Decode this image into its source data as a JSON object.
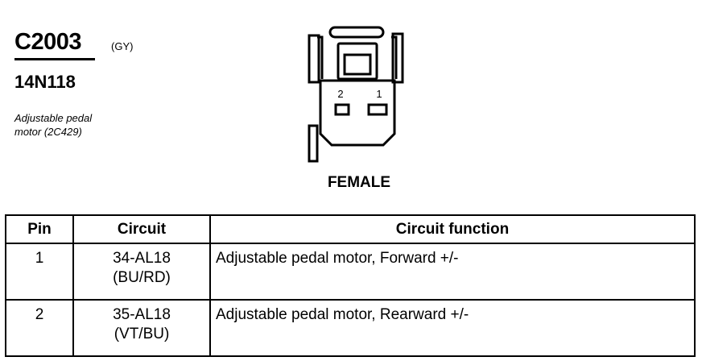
{
  "connector": {
    "id": "C2003",
    "color_code": "(GY)",
    "part_number": "14N118",
    "description_lines": [
      "Adjustable pedal",
      "motor (2C429)"
    ],
    "view": "FEMALE",
    "pin_labels": [
      "2",
      "1"
    ]
  },
  "table": {
    "headers": [
      "Pin",
      "Circuit",
      "Circuit function"
    ],
    "rows": [
      {
        "pin": "1",
        "circuit": "34-AL18",
        "wire_color": "(BU/RD)",
        "function": "Adjustable pedal motor, Forward +/-"
      },
      {
        "pin": "2",
        "circuit": "35-AL18",
        "wire_color": "(VT/BU)",
        "function": "Adjustable pedal motor, Rearward +/-"
      }
    ]
  }
}
